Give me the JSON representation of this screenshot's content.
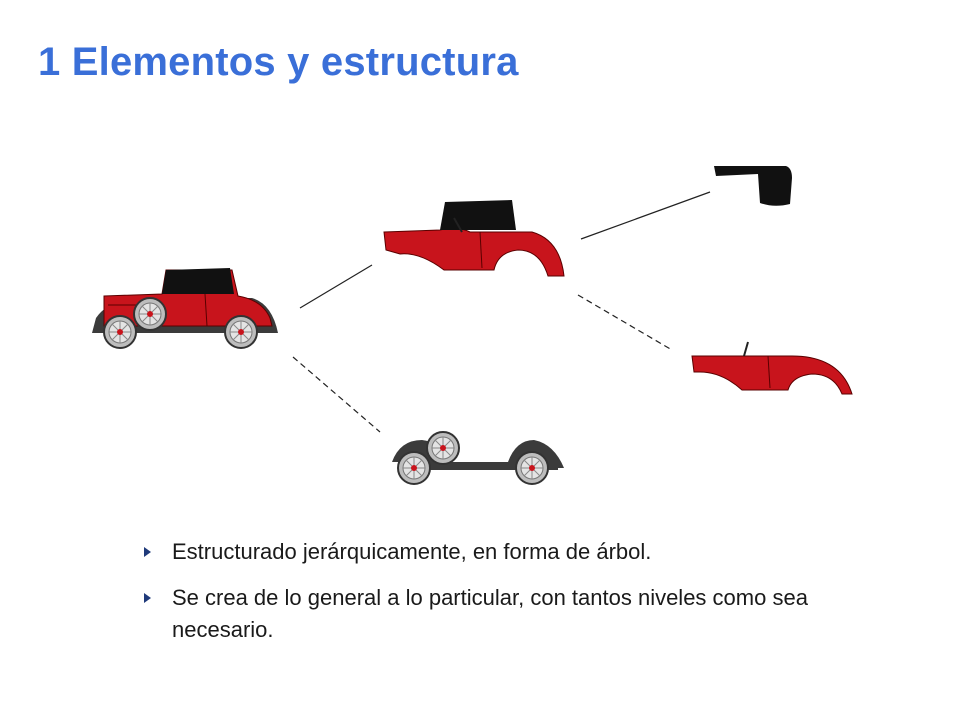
{
  "slide": {
    "title": "1 Elementos y estructura"
  },
  "bullets": [
    "Estructurado jerárquicamente, en forma de árbol.",
    "Se crea de lo general a lo particular, con tantos niveles como sea necesario."
  ],
  "colors": {
    "title": "#3a6fd8",
    "car_body": "#c8141c",
    "car_roof": "#111111",
    "chassis": "#333333"
  },
  "icons": {
    "complete_car": "car-icon",
    "body_with_roof": "car-body-icon",
    "roof": "car-roof-icon",
    "open_body": "open-car-body-icon",
    "chassis": "car-chassis-icon",
    "bullet": "triangle-bullet-icon"
  }
}
